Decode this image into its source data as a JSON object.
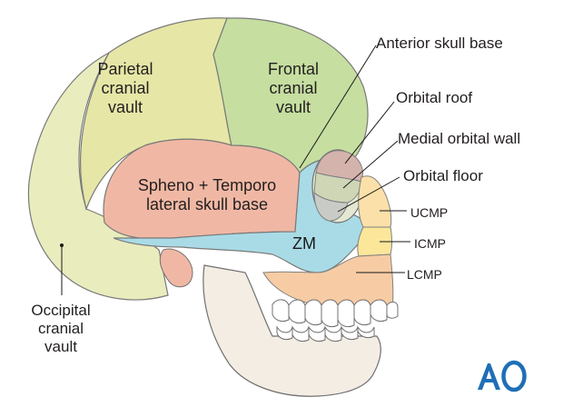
{
  "labels": {
    "parietal": [
      "Parietal",
      "cranial",
      "vault"
    ],
    "frontal": [
      "Frontal",
      "cranial",
      "vault"
    ],
    "spheno": [
      "Spheno + Temporo",
      "lateral skull base"
    ],
    "occipital": [
      "Occipital",
      "cranial",
      "vault"
    ],
    "zm": "ZM",
    "anterior_skull_base": "Anterior skull base",
    "orbital_roof": "Orbital roof",
    "medial_orbital_wall": "Medial orbital wall",
    "orbital_floor": "Orbital floor",
    "ucmp": "UCMP",
    "icmp": "ICMP",
    "lcmp": "LCMP"
  },
  "logo_icon": "ao-foundation-logo",
  "colors": {
    "parietal": "#e6e7a6",
    "frontal": "#c6dea0",
    "occipital": "#e9ecbd",
    "spheno_temporo": "#f0b8a4",
    "zm": "#a9dbe6",
    "ucmp": "#fbe0a9",
    "icmp": "#fbe69a",
    "lcmp": "#f7cca4",
    "orbital_roof": "#d5b3ad",
    "medial_orbital_wall": "#cfd6b6",
    "orbital_floor": "#c9ccc6",
    "teeth": "#ffffff",
    "mandible": "#f3ede4",
    "outline": "#606060",
    "leader": "#1a1a1a",
    "logo": "#1f6fb7"
  }
}
